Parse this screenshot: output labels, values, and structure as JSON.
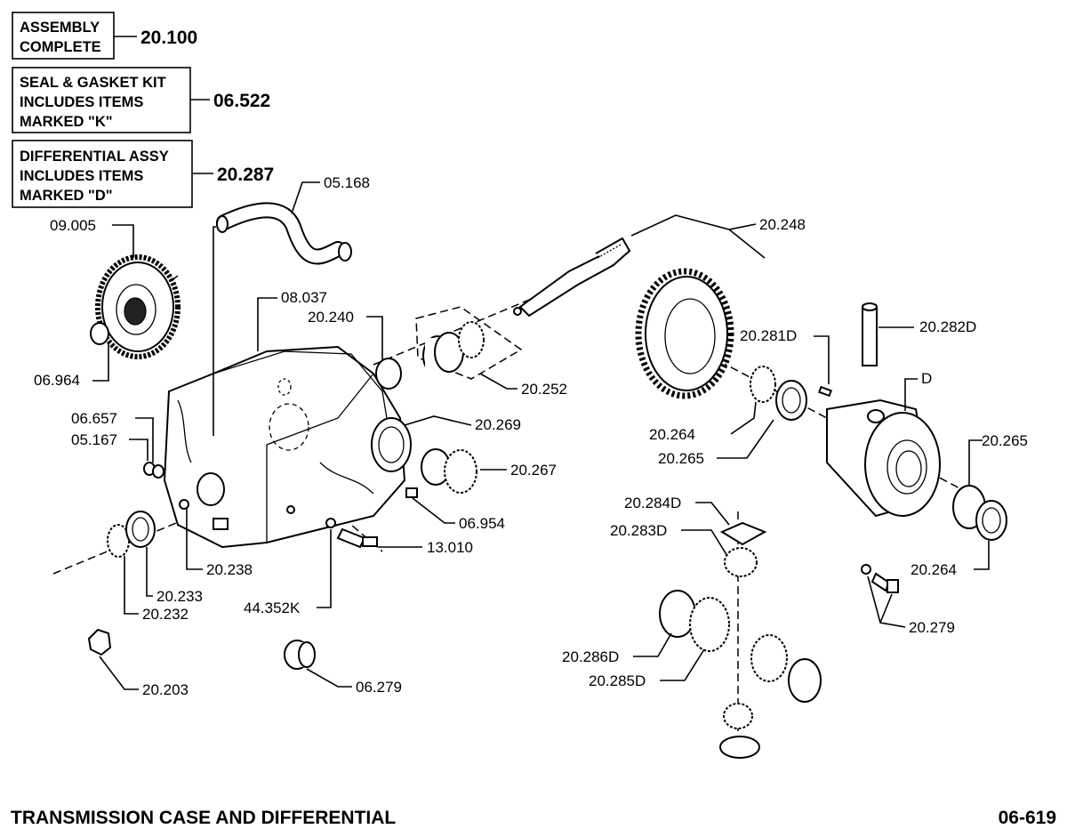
{
  "kits": [
    {
      "lines": [
        "ASSEMBLY",
        "COMPLETE"
      ],
      "number": "20.100"
    },
    {
      "lines": [
        "SEAL & GASKET KIT",
        "INCLUDES ITEMS",
        "MARKED \"K\""
      ],
      "number": "06.522"
    },
    {
      "lines": [
        "DIFFERENTIAL ASSY",
        "INCLUDES ITEMS",
        "MARKED \"D\""
      ],
      "number": "20.287"
    }
  ],
  "callouts": {
    "c05168": "05.168",
    "c09005": "09.005",
    "c06964": "06.964",
    "c08037": "08.037",
    "c20240": "20.240",
    "c20252": "20.252",
    "c20248": "20.248",
    "c20281D": "20.281D",
    "c20282D": "20.282D",
    "cD": "D",
    "c06657": "06.657",
    "c05167": "05.167",
    "c20269": "20.269",
    "c20264a": "20.264",
    "c20265a": "20.265",
    "c20265b": "20.265",
    "c20267": "20.267",
    "c06954": "06.954",
    "c13010": "13.010",
    "c20238": "20.238",
    "c20233": "20.233",
    "c20232": "20.232",
    "c44352K": "44.352K",
    "c20203": "20.203",
    "c06279": "06.279",
    "c20284D": "20.284D",
    "c20283D": "20.283D",
    "c20264b": "20.264",
    "c20279": "20.279",
    "c20286D": "20.286D",
    "c20285D": "20.285D"
  },
  "footer": {
    "title": "TRANSMISSION CASE AND DIFFERENTIAL",
    "page_code": "06-619"
  }
}
